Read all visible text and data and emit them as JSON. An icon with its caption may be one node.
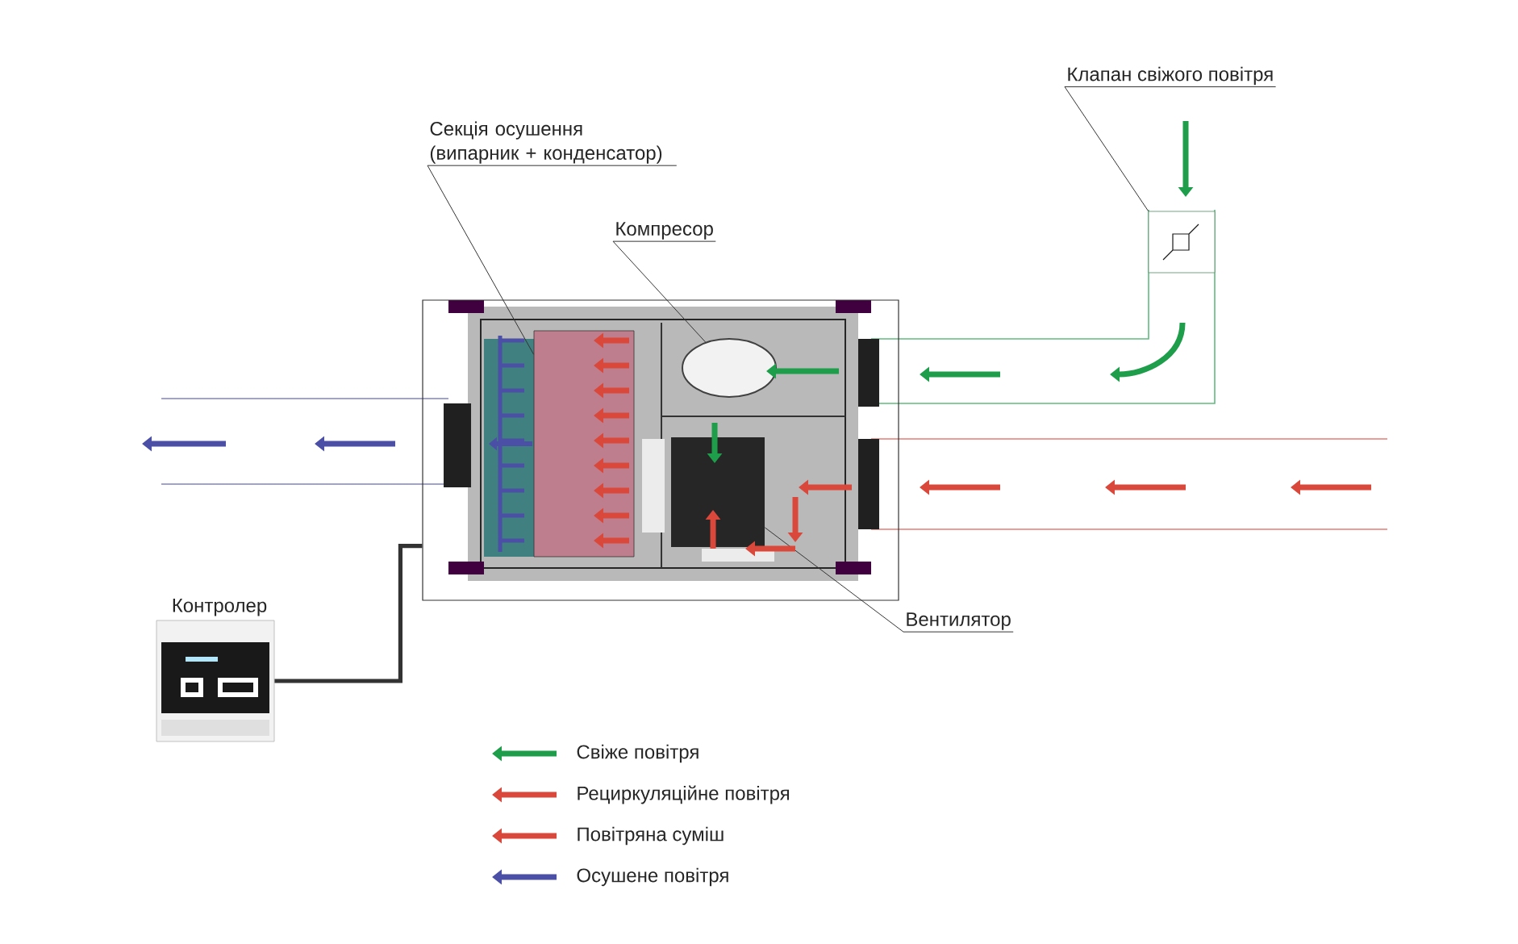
{
  "diagram": {
    "nodes": [
      {
        "text": [
          "Секція осушення (випарник + конденсатор)"
        ]
      },
      {
        "text": [
          "Компресор"
        ]
      },
      {
        "text": [
          "Клапан свіжого повітря"
        ]
      },
      {
        "text": [
          "Вентилятор"
        ]
      },
      {
        "text": [],
        "shape": "box"
      },
      {
        "text": [],
        "shape": "box",
        "in": 4
      },
      {
        "text": [],
        "shape": "circle",
        "in": 4
      },
      {
        "text": [],
        "shape": "box",
        "in": 4
      },
      {
        "text": [],
        "shape": "box"
      },
      {
        "text": [],
        "shape": "picture",
        "beside": [
          "Контролер"
        ]
      }
    ],
    "edges": [
      {
        "from": 0,
        "to": 5,
        "arrow": "none"
      },
      {
        "from": 1,
        "to": 6,
        "arrow": "none"
      },
      {
        "from": 2,
        "to": 8,
        "arrow": "none"
      },
      {
        "from": 3,
        "to": 7,
        "arrow": "none"
      },
      {
        "from": 9,
        "to": 4,
        "arrow": "none",
        "style": "thick"
      }
    ],
    "legend": [
      {
        "text": "Свіже повітря",
        "color": "#1e9e4a"
      },
      {
        "text": "Рециркуляційне повітря",
        "color": "#d9483b"
      },
      {
        "text": "Повітряна суміш",
        "color": "#d9483b"
      },
      {
        "text": "Осушене повітря",
        "color": "#4b4fa6"
      }
    ]
  }
}
